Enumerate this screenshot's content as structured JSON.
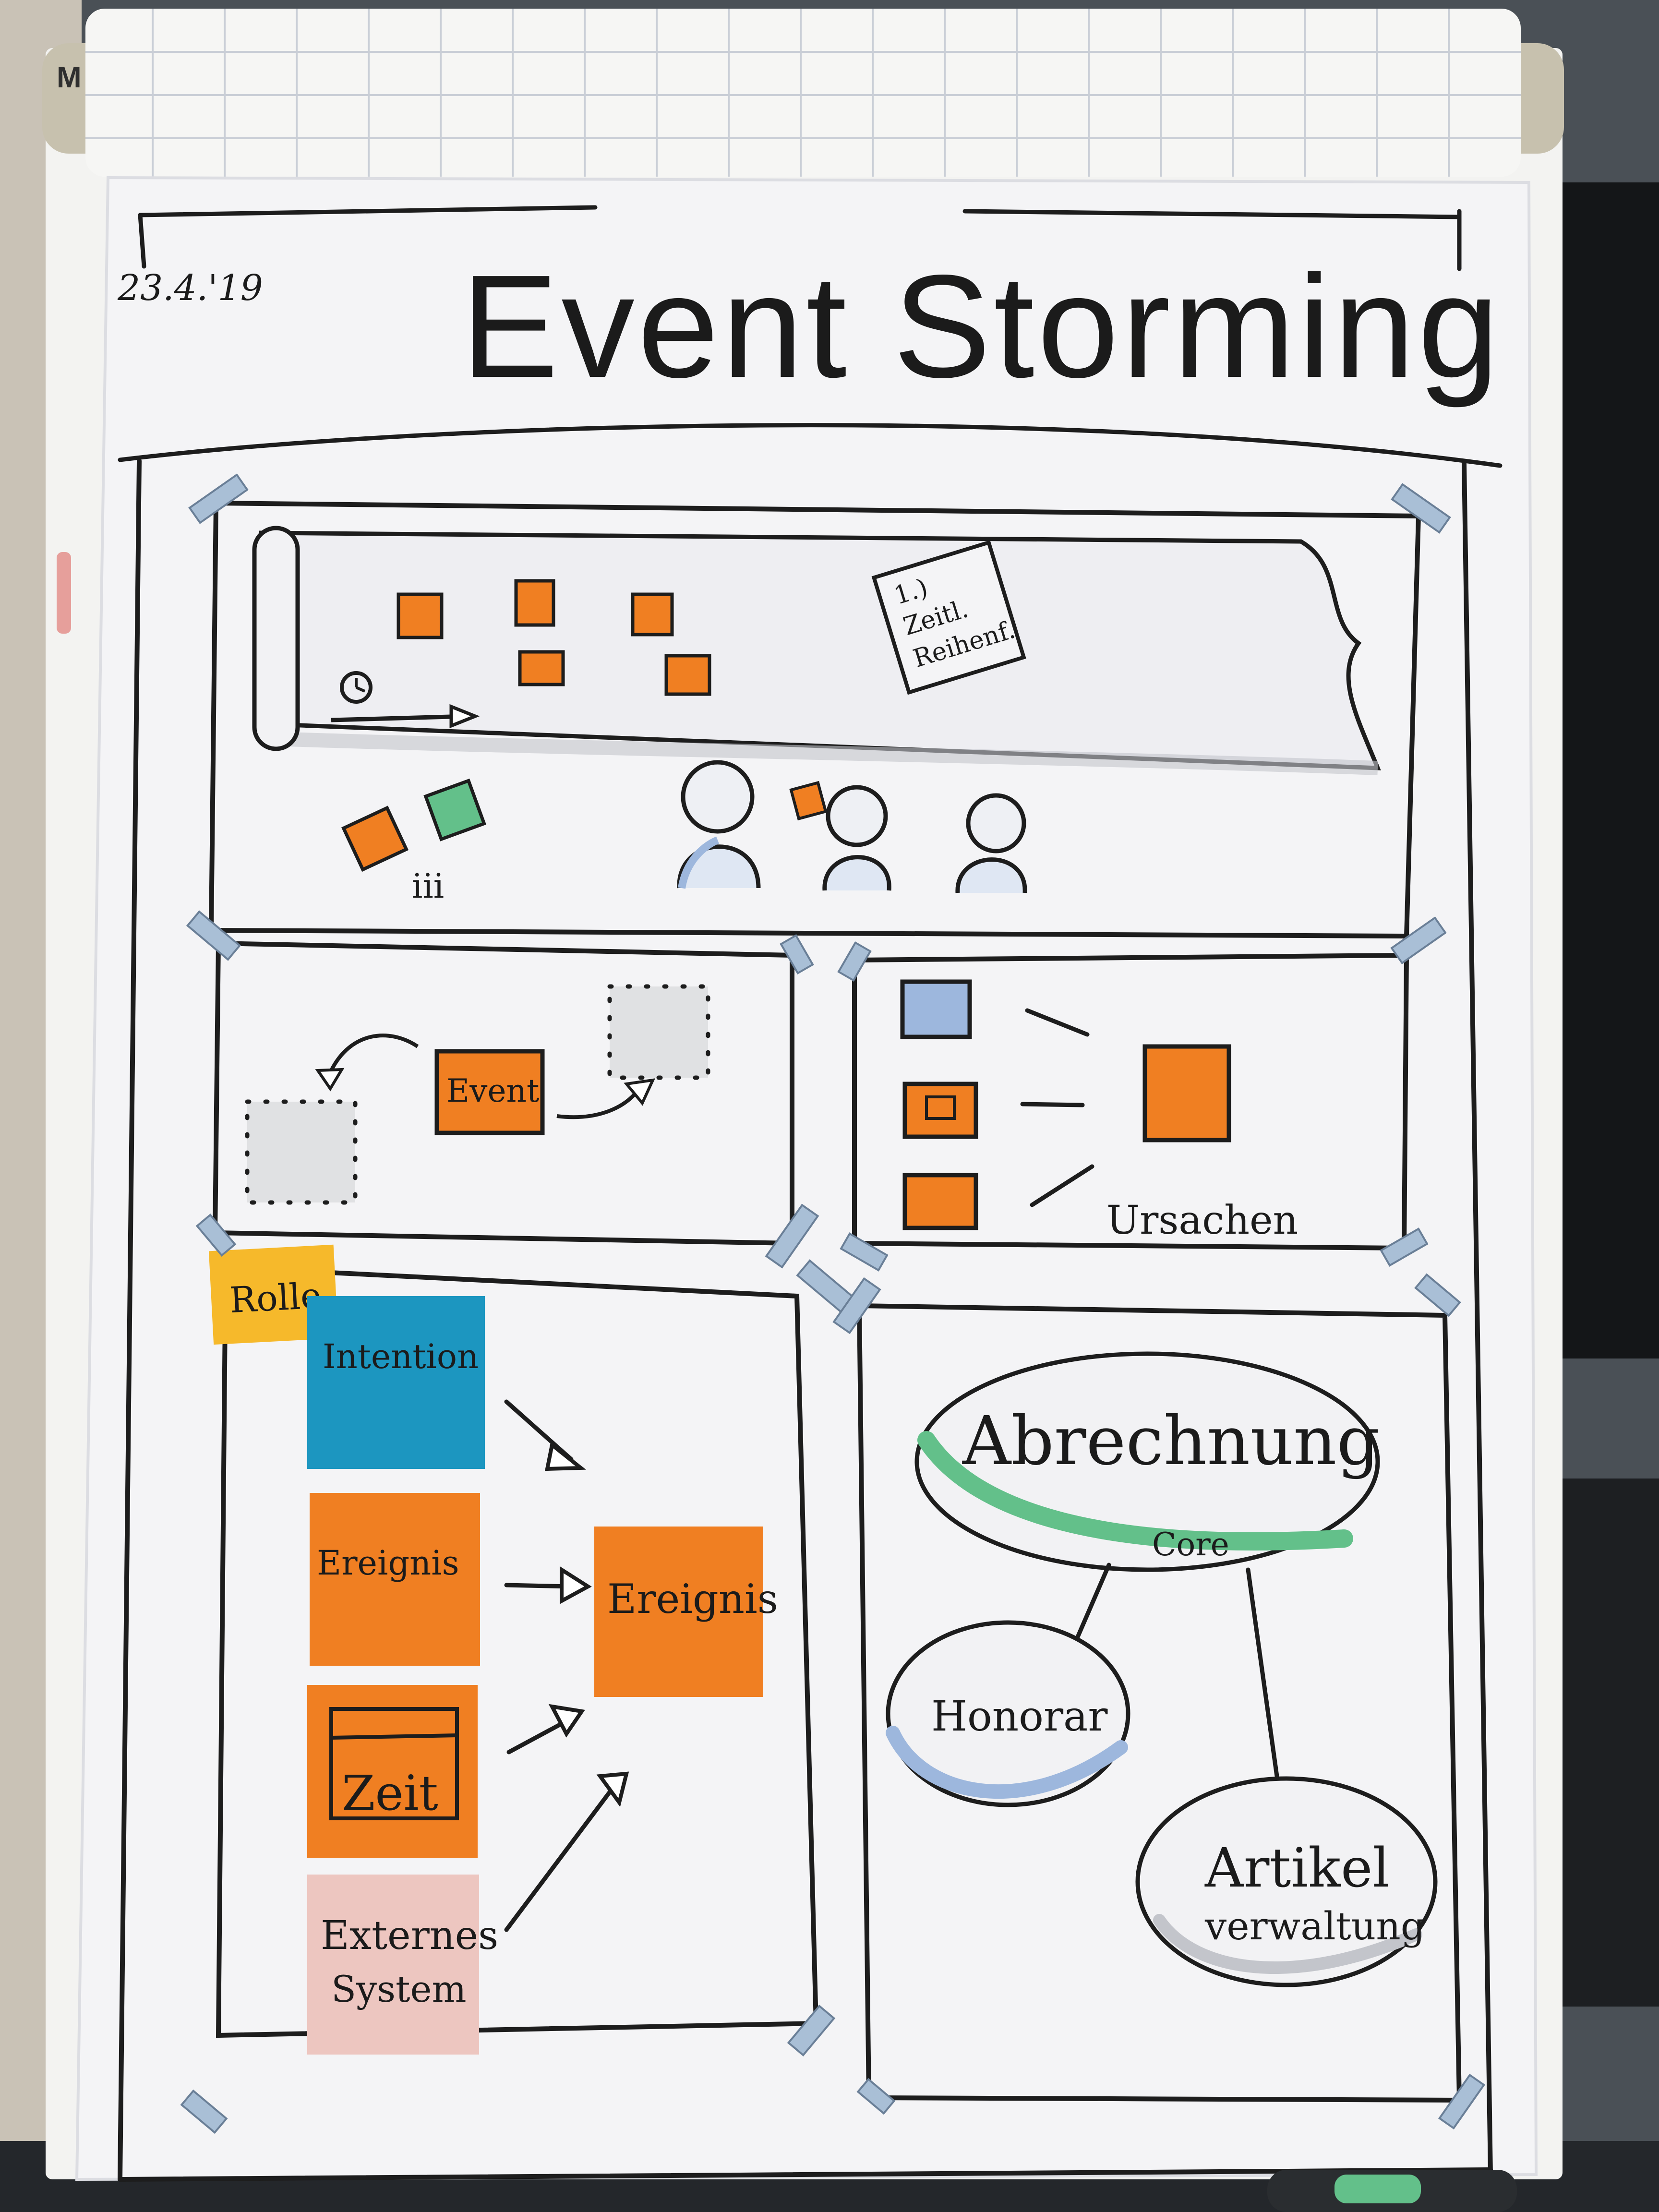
{
  "flipchart": {
    "brand_fragment": "M",
    "date": "23.4.'19",
    "title": "Event Storming"
  },
  "panel_timeline": {
    "sticky_note": [
      "1.)",
      "Zeitl.",
      "Reihenf."
    ],
    "tally": "iii"
  },
  "panel_event": {
    "note": "Event"
  },
  "panel_causes": {
    "label": "Ursachen"
  },
  "panel_command": {
    "role_note": "Rolle",
    "intention_note": "Intention",
    "event_note_left": "Ereignis",
    "event_note_right": "Ereignis",
    "time_note": "Zeit",
    "external_note": [
      "Externes",
      "System"
    ]
  },
  "panel_contexts": {
    "core_context": "Abrechnung",
    "core_label": "Core",
    "context_fees": "Honorar",
    "context_articles": [
      "Artikel",
      "verwaltung"
    ]
  },
  "colors": {
    "orange": "#f07f22",
    "blue_sticky": "#1c96c0",
    "yellow_sticky": "#f6b92b",
    "pink_sticky": "#edc6c0",
    "green_marker": "#63c08a",
    "blue_marker": "#9db7dd",
    "tape": "#a9bfd6"
  }
}
